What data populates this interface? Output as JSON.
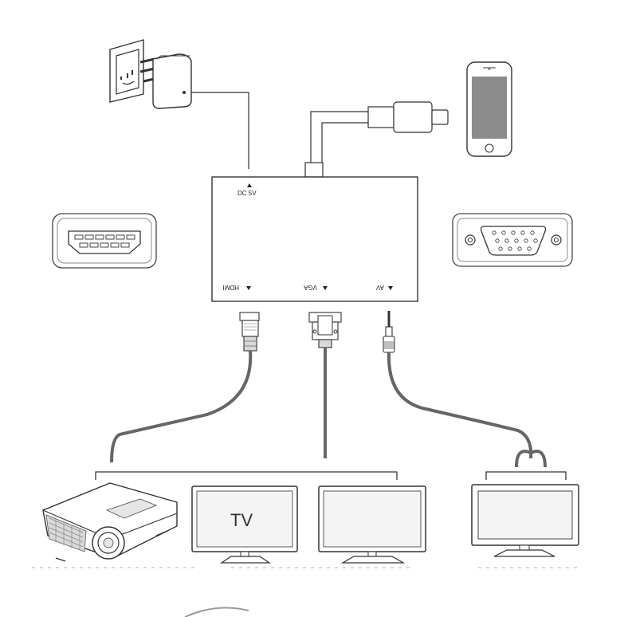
{
  "colors": {
    "line": "#333333",
    "cable": "#666666",
    "screen_fill": "#f4f4f4",
    "phone_screen": "#8c8c8c",
    "panel_fill": "#ffffff",
    "shade": "#d9d9d9"
  },
  "adapter": {
    "ports": {
      "dc": "DC 5V",
      "hdmi": "HDMI",
      "vga": "VGA",
      "av": "AV"
    }
  },
  "devices": {
    "tv_label": "TV"
  },
  "icons": [
    "wall-socket-icon",
    "power-plug-icon",
    "smartphone-icon",
    "hdmi-port-icon",
    "vga-port-icon",
    "hdmi-connector-icon",
    "vga-connector-icon",
    "audio-jack-icon",
    "projector-icon",
    "tv-icon",
    "monitor-icon",
    "av-display-icon"
  ]
}
